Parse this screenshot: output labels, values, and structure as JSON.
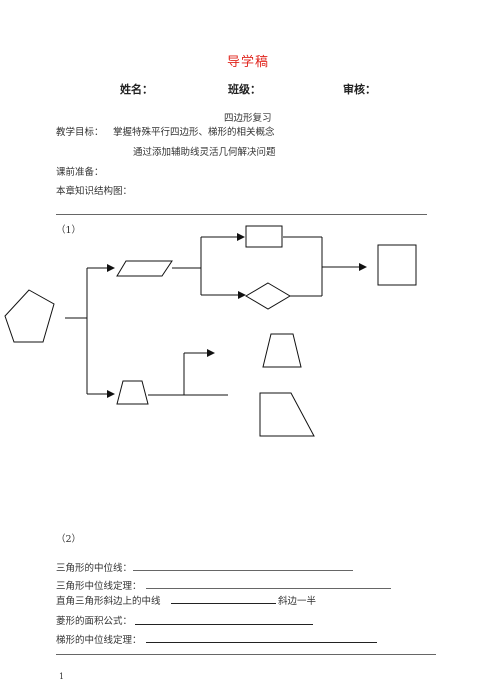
{
  "header": {
    "title": "导学稿",
    "name_label": "姓名：",
    "class_label": "班级：",
    "review_label": "审核："
  },
  "subtitle": "四边形复习",
  "goals": {
    "label": "教学目标：",
    "line1": "掌握特殊平行四边形、梯形的相关概念",
    "line2": "通过添加辅助线灵活几何解决问题"
  },
  "prep_label": "课前准备：",
  "structure_label": "本章知识结构图：",
  "section1_label": "（1）",
  "section2_label": "（2）",
  "fill_items": {
    "midline": "三角形的中位线：",
    "midline_theorem": "三角形中位线定理：",
    "right_triangle_prefix": "直角三角形斜边上的中线",
    "right_triangle_suffix": "斜边一半",
    "rhombus_area": "菱形的面积公式：",
    "trapezoid_midline": "梯形的中位线定理："
  },
  "page_number": "1"
}
